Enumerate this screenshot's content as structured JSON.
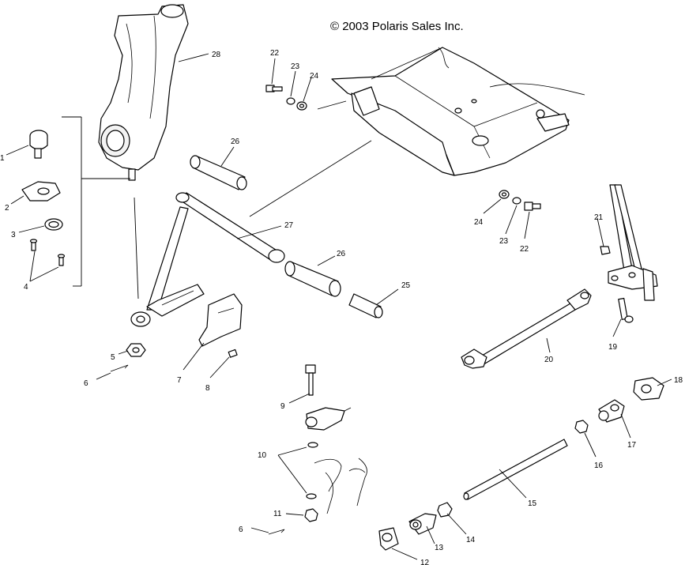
{
  "copyright": "© 2003 Polaris Sales Inc.",
  "callouts": {
    "c1": "1",
    "c2": "2",
    "c3": "3",
    "c4": "4",
    "c5": "5",
    "c6a": "6",
    "c6b": "6",
    "c7": "7",
    "c8": "8",
    "c9": "9",
    "c10": "10",
    "c11": "11",
    "c12": "12",
    "c13": "13",
    "c14": "14",
    "c15": "15",
    "c16": "16",
    "c17": "17",
    "c18": "18",
    "c19": "19",
    "c20": "20",
    "c21": "21",
    "c22a": "22",
    "c22b": "22",
    "c23a": "23",
    "c23b": "23",
    "c24a": "24",
    "c24b": "24",
    "c25": "25",
    "c26a": "26",
    "c26b": "26",
    "c27": "27",
    "c28": "28"
  }
}
